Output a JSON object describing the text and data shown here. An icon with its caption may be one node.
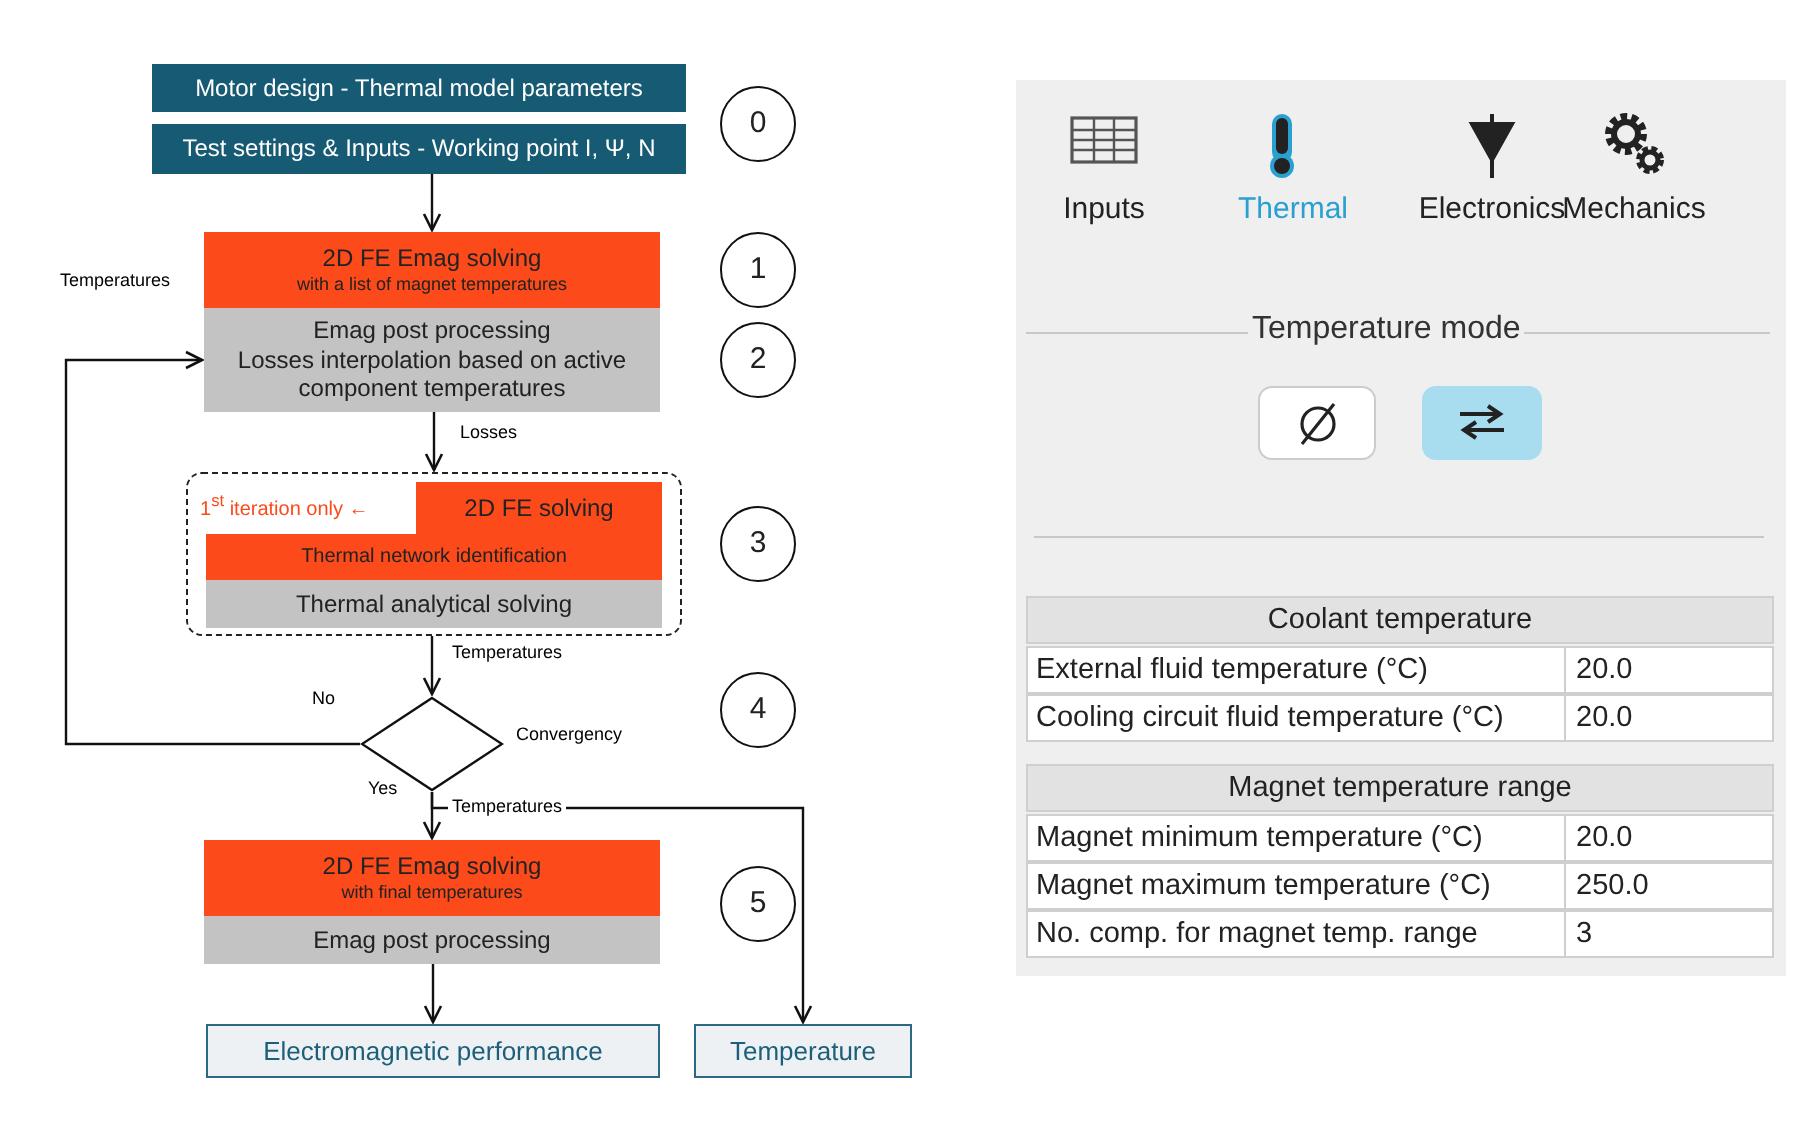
{
  "diagram": {
    "nodes": [
      {
        "text": [
          "Motor design - Thermal model parameters"
        ]
      },
      {
        "text": [
          "Test settings & Inputs - Working point I, Ψ, N"
        ]
      },
      {
        "text": [
          "2D FE Emag solving",
          "with a list of magnet temperatures"
        ]
      },
      {
        "text": [
          "Emag post processing",
          "Losses interpolation based on active component temperatures"
        ]
      },
      {
        "text": [],
        "shape": "box"
      },
      {
        "text": [
          "2D FE solving"
        ],
        "in": 4
      },
      {
        "text": [
          "Thermal network identification"
        ],
        "in": 4
      },
      {
        "text": [
          "Thermal analytical solving"
        ],
        "in": 4
      },
      {
        "text": [],
        "shape": "diamond",
        "beside": [
          "Convergency"
        ]
      },
      {
        "text": [
          "2D FE Emag solving",
          "with final temperatures"
        ]
      },
      {
        "text": [
          "Emag post processing"
        ]
      },
      {
        "text": [
          "Electromagnetic performance"
        ]
      },
      {
        "text": [
          "Temperature"
        ]
      },
      {
        "text": [
          "0"
        ]
      },
      {
        "text": [
          "1"
        ]
      },
      {
        "text": [
          "2"
        ]
      },
      {
        "text": [
          "3"
        ]
      },
      {
        "text": [
          "4"
        ]
      },
      {
        "text": [
          "5"
        ]
      }
    ],
    "edges": [
      {
        "from": 1,
        "to": 2,
        "arrow": "to"
      },
      {
        "from": 3,
        "to": 4,
        "arrow": "to",
        "label": "Losses"
      },
      {
        "from": 4,
        "to": 8,
        "arrow": "to",
        "label": "Temperatures"
      },
      {
        "from": 8,
        "to": 3,
        "arrow": "to",
        "label": "No"
      },
      {
        "from": 8,
        "to": 9,
        "arrow": "to",
        "label": "Yes"
      },
      {
        "from": 8,
        "to": 12,
        "arrow": "to",
        "label": "Temperatures"
      },
      {
        "from": 10,
        "to": 11,
        "arrow": "to"
      }
    ],
    "labels": [
      "Temperatures",
      "1$^{st}$ iteration only ←",
      "Inputs",
      "Thermal",
      "Electronics",
      "Mechanics",
      "Temperature mode",
      "Coolant temperature",
      "External fluid temperature (°C)",
      "20.0",
      "Cooling circuit fluid temperature (°C)",
      "20.0",
      "Magnet temperature range",
      "Magnet minimum temperature (°C)",
      "20.0",
      "Magnet maximum temperature (°C)",
      "250.0",
      "No. comp. for magnet temp. range",
      "3"
    ]
  }
}
